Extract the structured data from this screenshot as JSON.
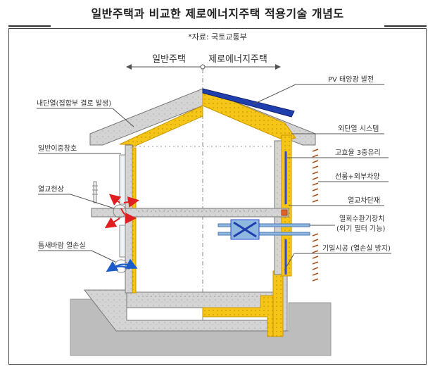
{
  "header": {
    "title": "일반주택과 비교한 제로에너지주택 적용기술 개념도",
    "source": "*자료: 국토교통부"
  },
  "diagram": {
    "left_section_label": "일반주택",
    "right_section_label": "제로에너지주택",
    "labels_left": {
      "internal_insulation": "내단열(접합부 결로 발생)",
      "double_window": "일반이중창호",
      "thermal_bridge": "열교현상",
      "draft_loss": "틈새바람 열손실"
    },
    "labels_right": {
      "pv": "PV 태양광 발전",
      "external_insulation": "외단열 시스템",
      "triple_glass": "고효율 3중유리",
      "shading": "선룸+외부차양",
      "thermal_break": "열교차단재",
      "hrv_line1": "열회수환기장치",
      "hrv_line2": "(외기 필터 기능)",
      "airtight": "기밀시공 (열손실 방지)"
    },
    "colors": {
      "concrete": "#d4d4d4",
      "concrete_edge": "#7a7a7a",
      "insulation": "#f5c518",
      "pv_panel": "#1f3fae",
      "window_blue": "#2c4bd6",
      "arrow_red": "#e02020",
      "arrow_blue": "#1c5cc8",
      "thermal_break": "#e0632a",
      "hrv_box": "#8fb7e0",
      "ground": "#bdbdbd"
    }
  }
}
